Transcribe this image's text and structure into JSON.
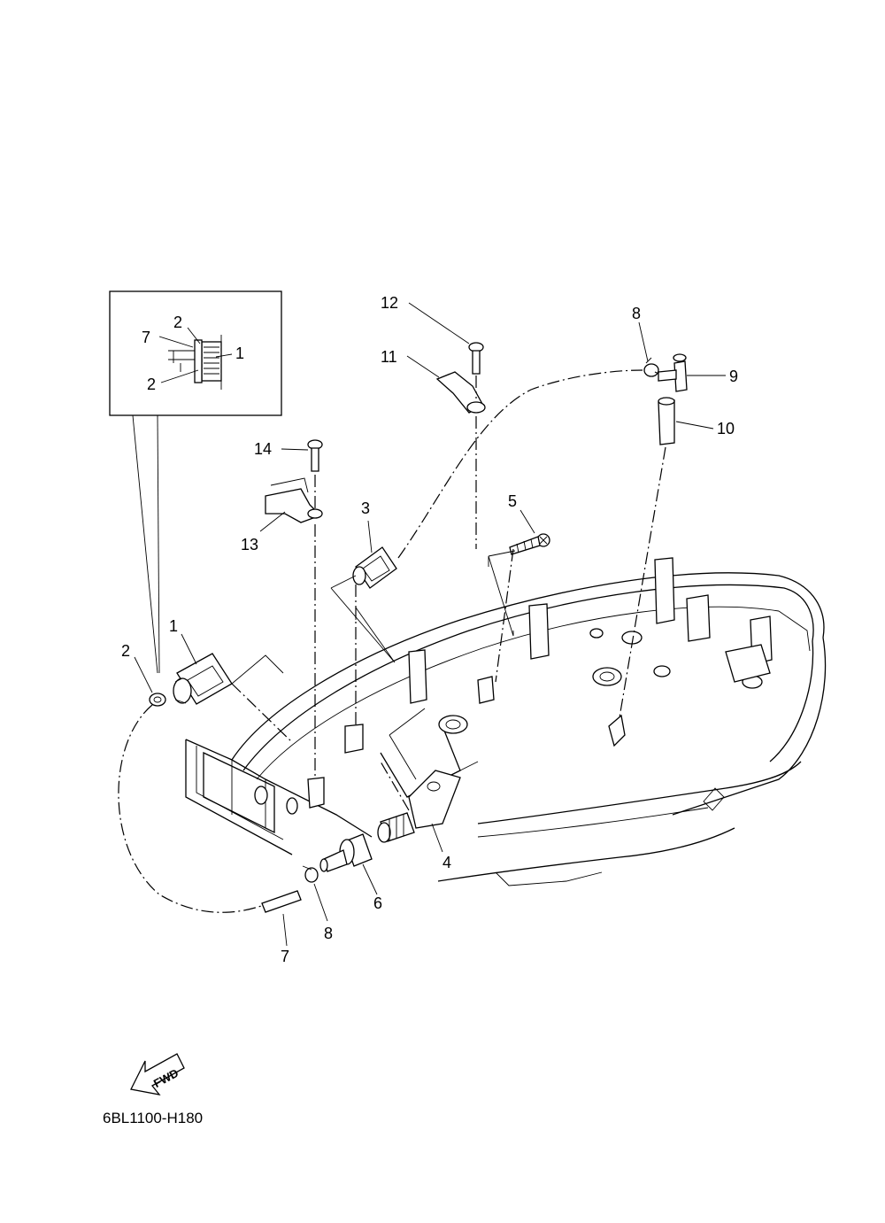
{
  "callouts": {
    "inset_1": "1",
    "inset_2a": "2",
    "inset_2b": "2",
    "inset_7": "7",
    "p1": "1",
    "p2": "2",
    "p3": "3",
    "p4": "4",
    "p5": "5",
    "p6": "6",
    "p7": "7",
    "p8a": "8",
    "p8b": "8",
    "p9": "9",
    "p10": "10",
    "p11": "11",
    "p12": "12",
    "p13": "13",
    "p14": "14"
  },
  "fwd_label": "FWD",
  "diagram_code": "6BL1100-H180"
}
